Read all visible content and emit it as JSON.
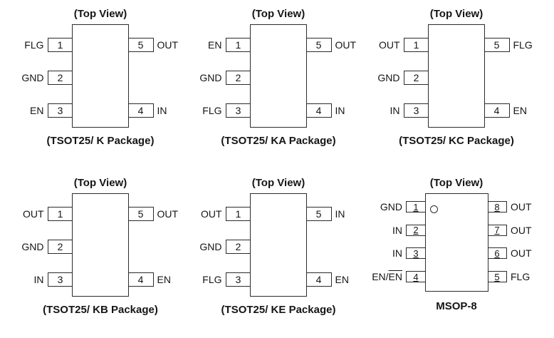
{
  "diagrams": [
    {
      "title": "(Top View)",
      "caption": "(TSOT25/ K Package)",
      "type": "tsot25",
      "pin1_dot": false,
      "left_pins": [
        {
          "num": "1",
          "label": "FLG"
        },
        {
          "num": "2",
          "label": "GND"
        },
        {
          "num": "3",
          "label": "EN"
        }
      ],
      "right_pins": [
        {
          "num": "5",
          "label": "OUT"
        },
        null,
        {
          "num": "4",
          "label": "IN"
        }
      ]
    },
    {
      "title": "(Top View)",
      "caption": "(TSOT25/ KA Package)",
      "type": "tsot25",
      "pin1_dot": false,
      "left_pins": [
        {
          "num": "1",
          "label": "EN"
        },
        {
          "num": "2",
          "label": "GND"
        },
        {
          "num": "3",
          "label": "FLG"
        }
      ],
      "right_pins": [
        {
          "num": "5",
          "label": "OUT"
        },
        null,
        {
          "num": "4",
          "label": "IN"
        }
      ]
    },
    {
      "title": "(Top View)",
      "caption": "(TSOT25/ KC Package)",
      "type": "tsot25",
      "pin1_dot": false,
      "left_pins": [
        {
          "num": "1",
          "label": "OUT"
        },
        {
          "num": "2",
          "label": "GND"
        },
        {
          "num": "3",
          "label": "IN"
        }
      ],
      "right_pins": [
        {
          "num": "5",
          "label": "FLG"
        },
        null,
        {
          "num": "4",
          "label": "EN"
        }
      ]
    },
    {
      "title": "(Top View)",
      "caption": "(TSOT25/ KB Package)",
      "type": "tsot25",
      "pin1_dot": false,
      "left_pins": [
        {
          "num": "1",
          "label": "OUT"
        },
        {
          "num": "2",
          "label": "GND"
        },
        {
          "num": "3",
          "label": "IN"
        }
      ],
      "right_pins": [
        {
          "num": "5",
          "label": "OUT"
        },
        null,
        {
          "num": "4",
          "label": "EN"
        }
      ]
    },
    {
      "title": "(Top View)",
      "caption": "(TSOT25/ KE Package)",
      "type": "tsot25",
      "pin1_dot": false,
      "left_pins": [
        {
          "num": "1",
          "label": "OUT"
        },
        {
          "num": "2",
          "label": "GND"
        },
        {
          "num": "3",
          "label": "FLG"
        }
      ],
      "right_pins": [
        {
          "num": "5",
          "label": "IN"
        },
        null,
        {
          "num": "4",
          "label": "EN"
        }
      ]
    },
    {
      "title": "(Top View)",
      "caption": "MSOP-8",
      "type": "msop8",
      "pin1_dot": true,
      "left_pins": [
        {
          "num": "1",
          "label": "GND"
        },
        {
          "num": "2",
          "label": "IN"
        },
        {
          "num": "3",
          "label": "IN"
        },
        {
          "num": "4",
          "label": "EN/EN",
          "overline": "EN"
        }
      ],
      "right_pins": [
        {
          "num": "8",
          "label": "OUT"
        },
        {
          "num": "7",
          "label": "OUT"
        },
        {
          "num": "6",
          "label": "OUT"
        },
        {
          "num": "5",
          "label": "FLG"
        }
      ]
    }
  ]
}
